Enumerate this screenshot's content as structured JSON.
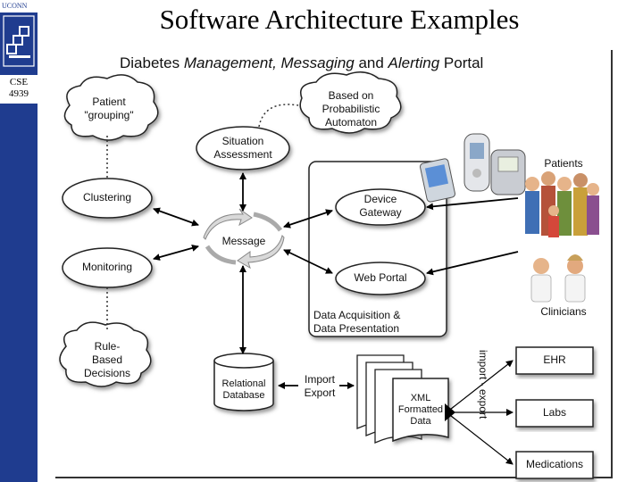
{
  "header": {
    "university": "UCONN",
    "course_line1": "CSE",
    "course_line2": "4939",
    "title": "Software Architecture Examples"
  },
  "diagram": {
    "title_part1": "Diabetes",
    "title_part2": "Management, Messaging",
    "title_part3": " and ",
    "title_part4": "Alerting",
    "title_part5": " Portal",
    "nodes": {
      "patient_grouping": [
        "Patient",
        "\"grouping\""
      ],
      "probabilistic": [
        "Based on",
        "Probabilistic",
        "Automaton"
      ],
      "situation": [
        "Situation",
        "Assessment"
      ],
      "clustering": [
        "Clustering"
      ],
      "monitoring": [
        "Monitoring"
      ],
      "rule_based": [
        "Rule-",
        "Based",
        "Decisions"
      ],
      "message": [
        "Message"
      ],
      "device_gateway": [
        "Device",
        "Gateway"
      ],
      "web_portal": [
        "Web Portal"
      ],
      "data_acq": [
        "Data Acquisition &",
        "Data Presentation"
      ],
      "relational_db": [
        "Relational",
        "Database"
      ],
      "import_export": [
        "Import",
        "Export"
      ],
      "xml_data": [
        "XML",
        "Formatted",
        "Data"
      ],
      "patients": [
        "Patients"
      ],
      "clinicians": [
        "Clinicians"
      ],
      "ehr": [
        "EHR"
      ],
      "labs": [
        "Labs"
      ],
      "medications": [
        "Medications"
      ],
      "import_export_vertical": "import - export"
    }
  }
}
